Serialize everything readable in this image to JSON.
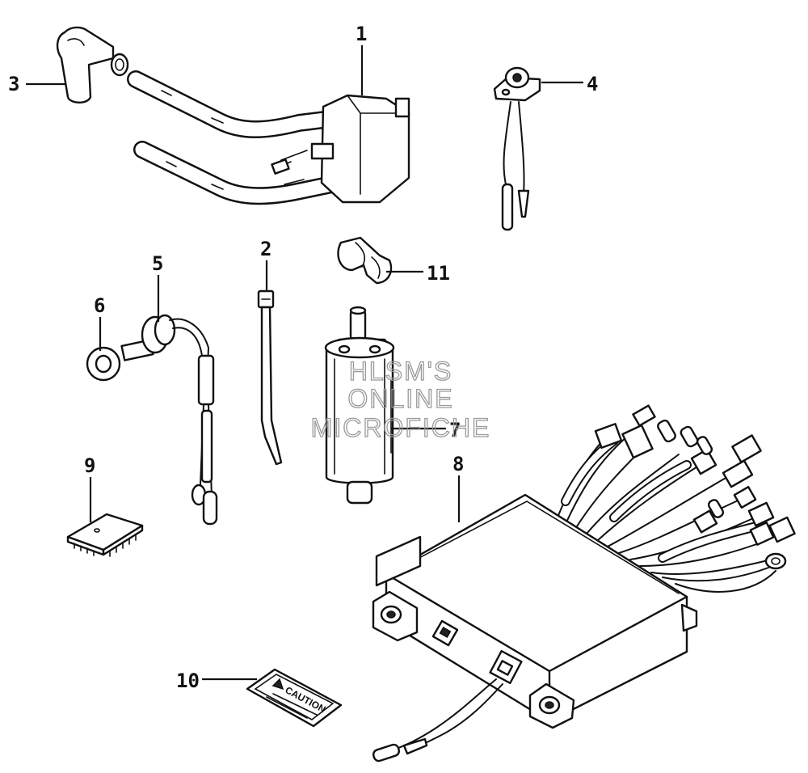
{
  "callouts": [
    "1",
    "2",
    "3",
    "4",
    "5",
    "6",
    "7",
    "8",
    "9",
    "10",
    "11"
  ],
  "watermark": {
    "line1": "HLSM'S",
    "line2": "ONLINE",
    "line3": "MICROFICHE"
  },
  "caution_label": {
    "text": "CAUTION",
    "icon": "warning-triangle-icon"
  },
  "colors": {
    "ink": "#111111",
    "watermark": "#9a9a9a",
    "background": "#ffffff"
  }
}
